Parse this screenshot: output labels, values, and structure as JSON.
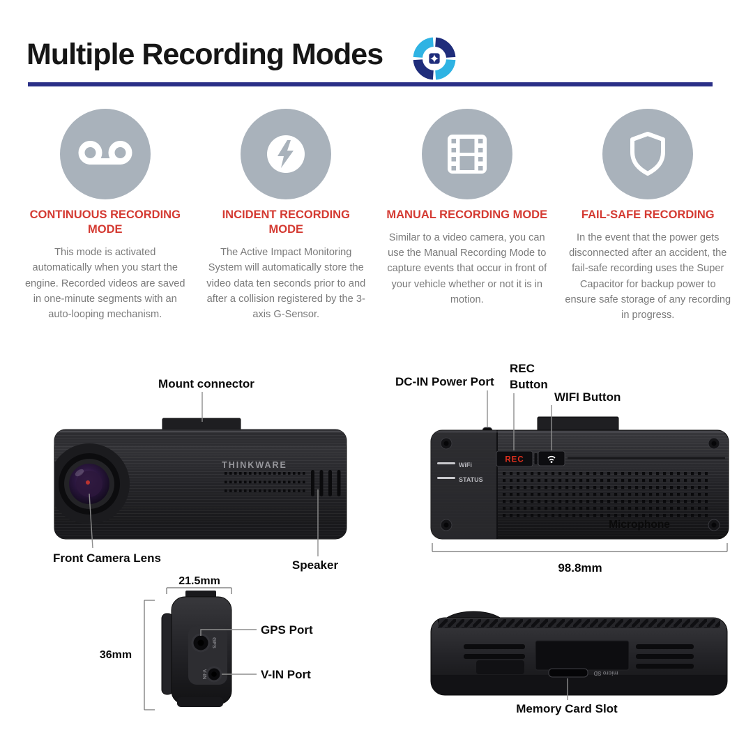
{
  "header": {
    "title": "Multiple Recording Modes"
  },
  "colors": {
    "accent_red": "#d43a32",
    "divider_navy": "#2a2f87",
    "logo_navy": "#1f2d7b",
    "logo_cyan": "#2fb3e3",
    "icon_circle_gray": "#a9b2bb",
    "body_text_gray": "#7a7a7a"
  },
  "features": [
    {
      "icon": "voicemail-icon",
      "title": "CONTINUOUS RECORDING\nMODE",
      "body": "This mode is activated\nautomatically when you start the\nengine. Recorded videos are saved\nin one-minute segments with an\nauto-looping mechanism."
    },
    {
      "icon": "lightning-icon",
      "title": "INCIDENT RECORDING\nMODE",
      "body": "The Active Impact Monitoring\nSystem will automatically store the\nvideo data ten seconds prior to and\nafter a collision registered by the 3-\naxis G-Sensor."
    },
    {
      "icon": "film-strip-icon",
      "title": "MANUAL RECORDING MODE",
      "body": "Similar to a video camera, you can\nuse the Manual Recording Mode to\ncapture events that occur in front of\nyour vehicle whether or not it is in\nmotion."
    },
    {
      "icon": "shield-icon",
      "title": "FAIL-SAFE RECORDING",
      "body": "In the event that the power gets\ndisconnected after an accident, the\nfail-safe recording uses the Super\nCapacitor for backup power to\nensure safe storage of any recording\nin progress."
    }
  ],
  "diagram": {
    "front_view": {
      "mount_connector": "Mount connector",
      "brand": "THINKWARE",
      "front_camera_lens": "Front Camera Lens",
      "speaker": "Speaker"
    },
    "top_view": {
      "dc_in": "DC-IN Power Port",
      "rec_line1": "REC",
      "rec_line2": "Button",
      "wifi_button": "WIFI Button",
      "wifi_led": "WiFi",
      "status_led": "STATUS",
      "rec_button_text": "REC",
      "microphone": "Microphone",
      "width_dim": "98.8mm"
    },
    "side_view": {
      "width_dim": "21.5mm",
      "height_dim": "36mm",
      "gps_port": "GPS Port",
      "vin_port": "V-IN Port",
      "gps_text": "GPS",
      "vin_text": "V-IN"
    },
    "bottom_view": {
      "micro_sd": "micro SD",
      "memory_card_slot": "Memory Card Slot"
    }
  }
}
